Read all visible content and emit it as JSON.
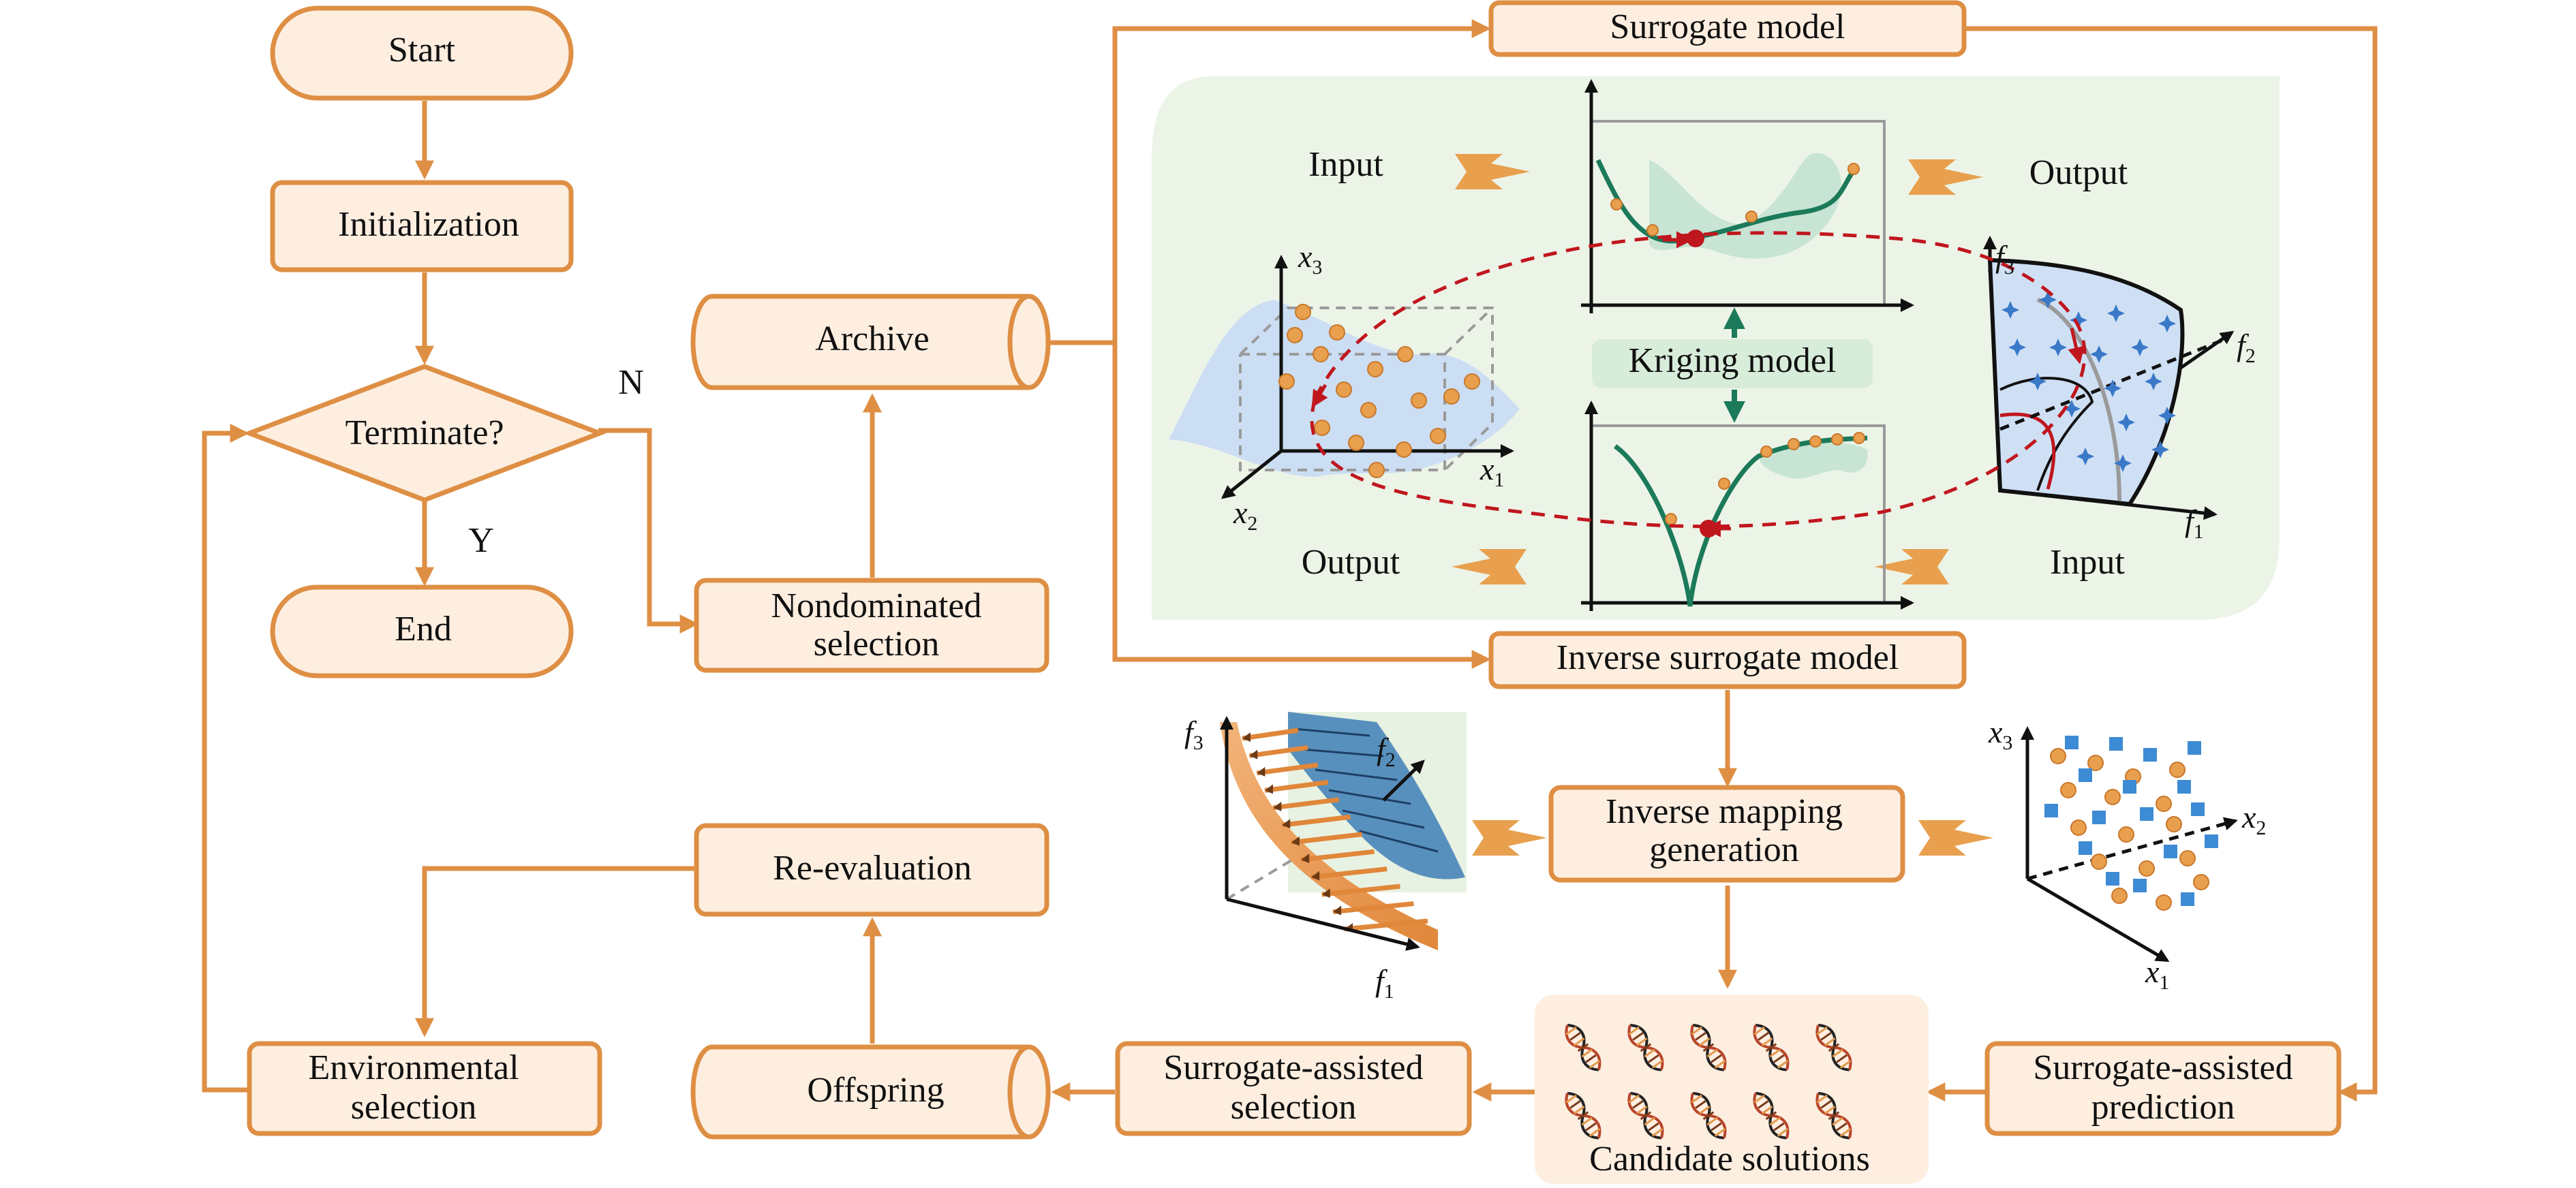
{
  "colors": {
    "box_fill": "#fdeee0",
    "box_stroke": "#de8f44",
    "panel_fill": "#ecf4e7",
    "kriging_curve": "#1b7a5a",
    "red_marker": "#c0161e",
    "blue_square": "#3d8bd4",
    "blue_star": "#3a78c8",
    "surface_blue": "#bcd6f2"
  },
  "flowchart": {
    "start": "Start",
    "initialization": "Initialization",
    "terminate": "Terminate?",
    "branch_no": "N",
    "branch_yes": "Y",
    "end": "End",
    "archive": "Archive",
    "nondominated_line1": "Nondominated",
    "nondominated_line2": "selection",
    "reevaluation": "Re-evaluation",
    "environmental_line1": "Environmental",
    "environmental_line2": "selection",
    "offspring": "Offspring",
    "sa_selection_line1": "Surrogate-assisted",
    "sa_selection_line2": "selection",
    "candidate_solutions": "Candidate solutions",
    "sa_prediction_line1": "Surrogate-assisted",
    "sa_prediction_line2": "prediction",
    "surrogate_model": "Surrogate model",
    "inverse_surrogate_model": "Inverse surrogate model",
    "inverse_mapping_line1": "Inverse mapping",
    "inverse_mapping_line2": "generation"
  },
  "surrogate_panel": {
    "input_left": "Input",
    "output_right": "Output",
    "output_left": "Output",
    "input_right": "Input",
    "kriging_model": "Kriging model"
  },
  "axes": {
    "decision_space": {
      "x": "x",
      "x_sub": "1",
      "y": "x",
      "y_sub": "2",
      "z": "x",
      "z_sub": "3"
    },
    "objective_space": {
      "a": "f",
      "a_sub": "1",
      "b": "f",
      "b_sub": "2",
      "c": "f",
      "c_sub": "3"
    },
    "inverse_objective": {
      "a": "f",
      "a_sub": "1",
      "b": "f",
      "b_sub": "2",
      "c": "f",
      "c_sub": "3"
    },
    "generated_decision": {
      "a": "x",
      "a_sub": "1",
      "b": "x",
      "b_sub": "2",
      "c": "x",
      "c_sub": "3"
    }
  },
  "icons": {
    "dna": "dna-helix-icon",
    "block_arrow": "block-arrow-icon",
    "star": "four-point-star-icon"
  }
}
